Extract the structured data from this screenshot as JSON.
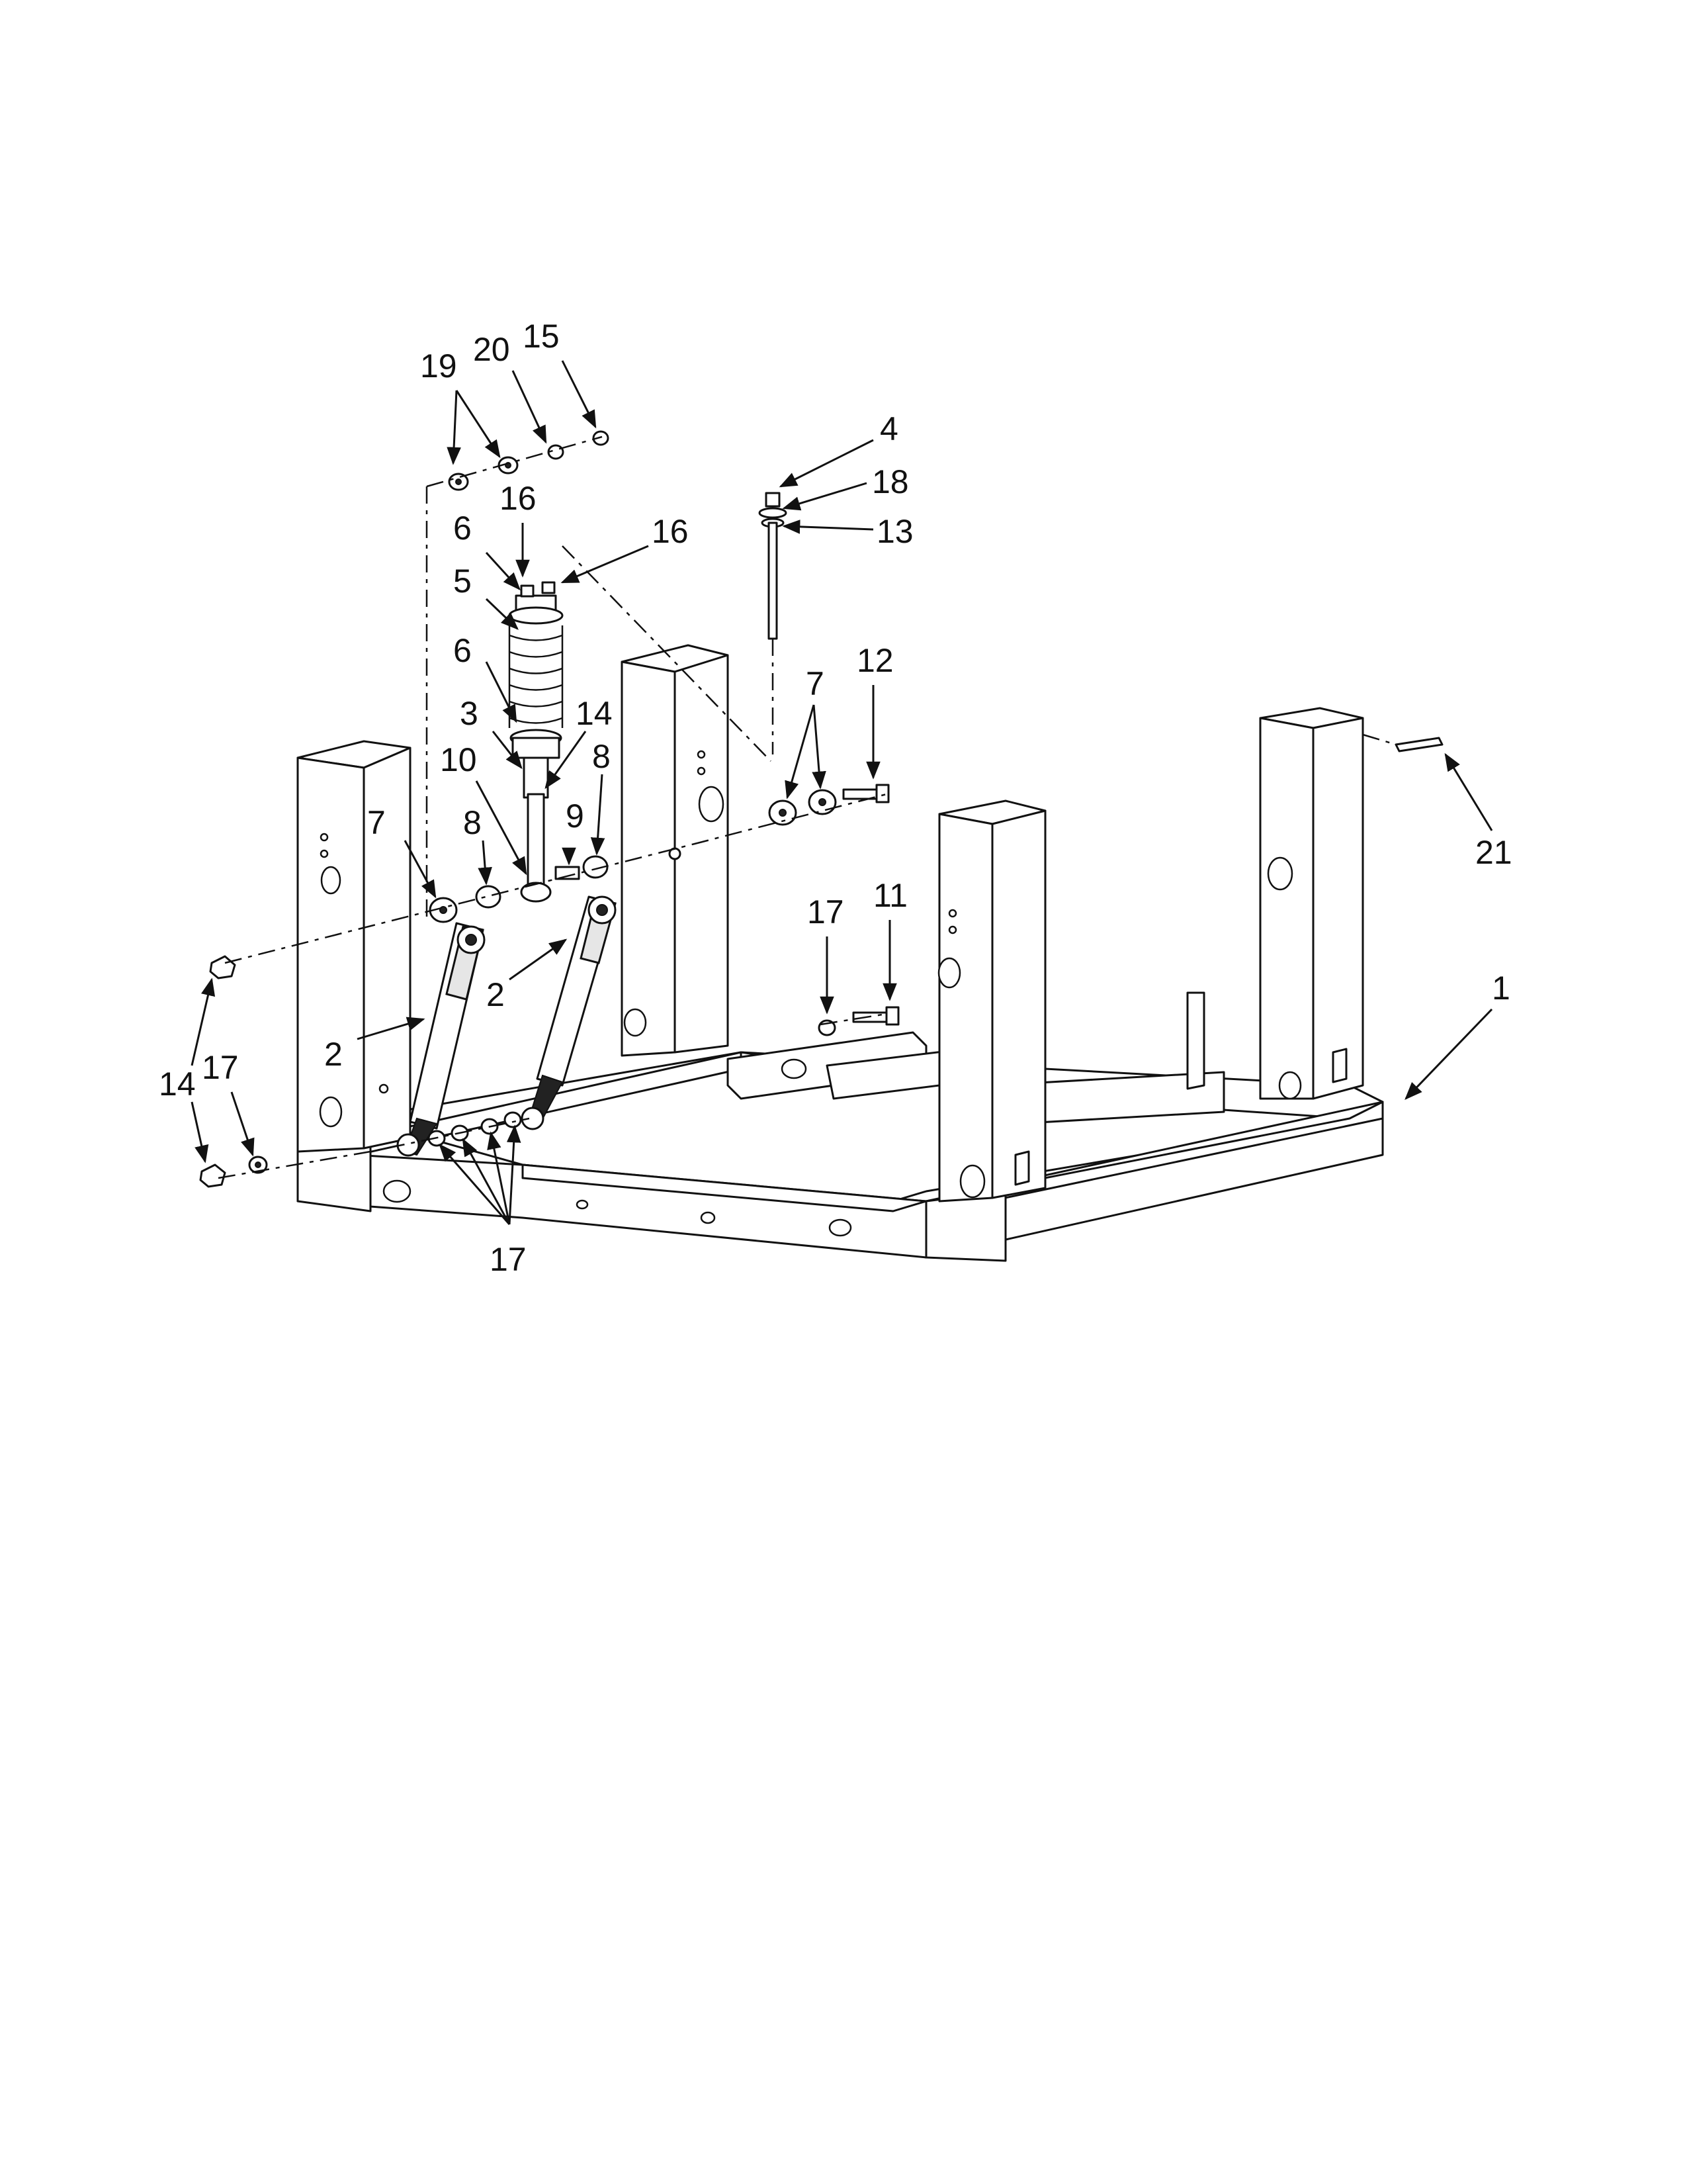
{
  "callouts": [
    {
      "id": "c19",
      "label": "19"
    },
    {
      "id": "c20",
      "label": "20"
    },
    {
      "id": "c15",
      "label": "15"
    },
    {
      "id": "c4",
      "label": "4"
    },
    {
      "id": "c18",
      "label": "18"
    },
    {
      "id": "c13",
      "label": "13"
    },
    {
      "id": "c16a",
      "label": "16"
    },
    {
      "id": "c16b",
      "label": "16"
    },
    {
      "id": "c6a",
      "label": "6"
    },
    {
      "id": "c5",
      "label": "5"
    },
    {
      "id": "c6b",
      "label": "6"
    },
    {
      "id": "c3",
      "label": "3"
    },
    {
      "id": "c14a",
      "label": "14"
    },
    {
      "id": "c10",
      "label": "10"
    },
    {
      "id": "c8a",
      "label": "8"
    },
    {
      "id": "c12",
      "label": "12"
    },
    {
      "id": "c7a",
      "label": "7"
    },
    {
      "id": "c7b",
      "label": "7"
    },
    {
      "id": "c8b",
      "label": "8"
    },
    {
      "id": "c9",
      "label": "9"
    },
    {
      "id": "c21",
      "label": "21"
    },
    {
      "id": "c2a",
      "label": "2"
    },
    {
      "id": "c2b",
      "label": "2"
    },
    {
      "id": "c17a",
      "label": "17"
    },
    {
      "id": "c11",
      "label": "11"
    },
    {
      "id": "c1",
      "label": "1"
    },
    {
      "id": "c14b",
      "label": "14"
    },
    {
      "id": "c17b",
      "label": "17"
    },
    {
      "id": "c17c",
      "label": "17"
    }
  ]
}
